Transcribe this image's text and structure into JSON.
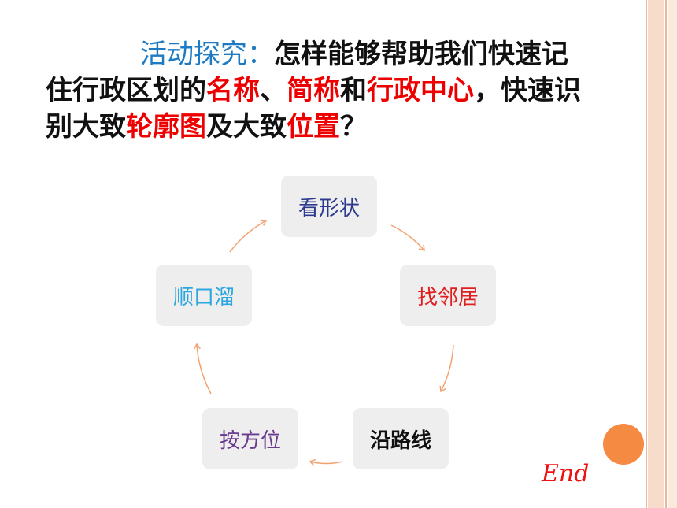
{
  "title": {
    "part1": "活动探究：",
    "part2": "怎样能够帮助我们快速记住行政区划的",
    "part3": "名称",
    "part4": "、",
    "part5": "简称",
    "part6": "和",
    "part7": "行政中心",
    "part8": "，快速识别大致",
    "part9": "轮廓图",
    "part10": "及大致",
    "part11": "位置",
    "part12": "？"
  },
  "cycle": {
    "nodes": [
      "看形状",
      "找邻居",
      "沿路线",
      "按方位",
      "顺口溜"
    ]
  },
  "end": {
    "label": "End"
  },
  "colors": {
    "accent_blue": "#1e7bc3",
    "highlight_red": "#ee0000",
    "arrow": "#f3a070",
    "end_button": "#f58a42"
  }
}
